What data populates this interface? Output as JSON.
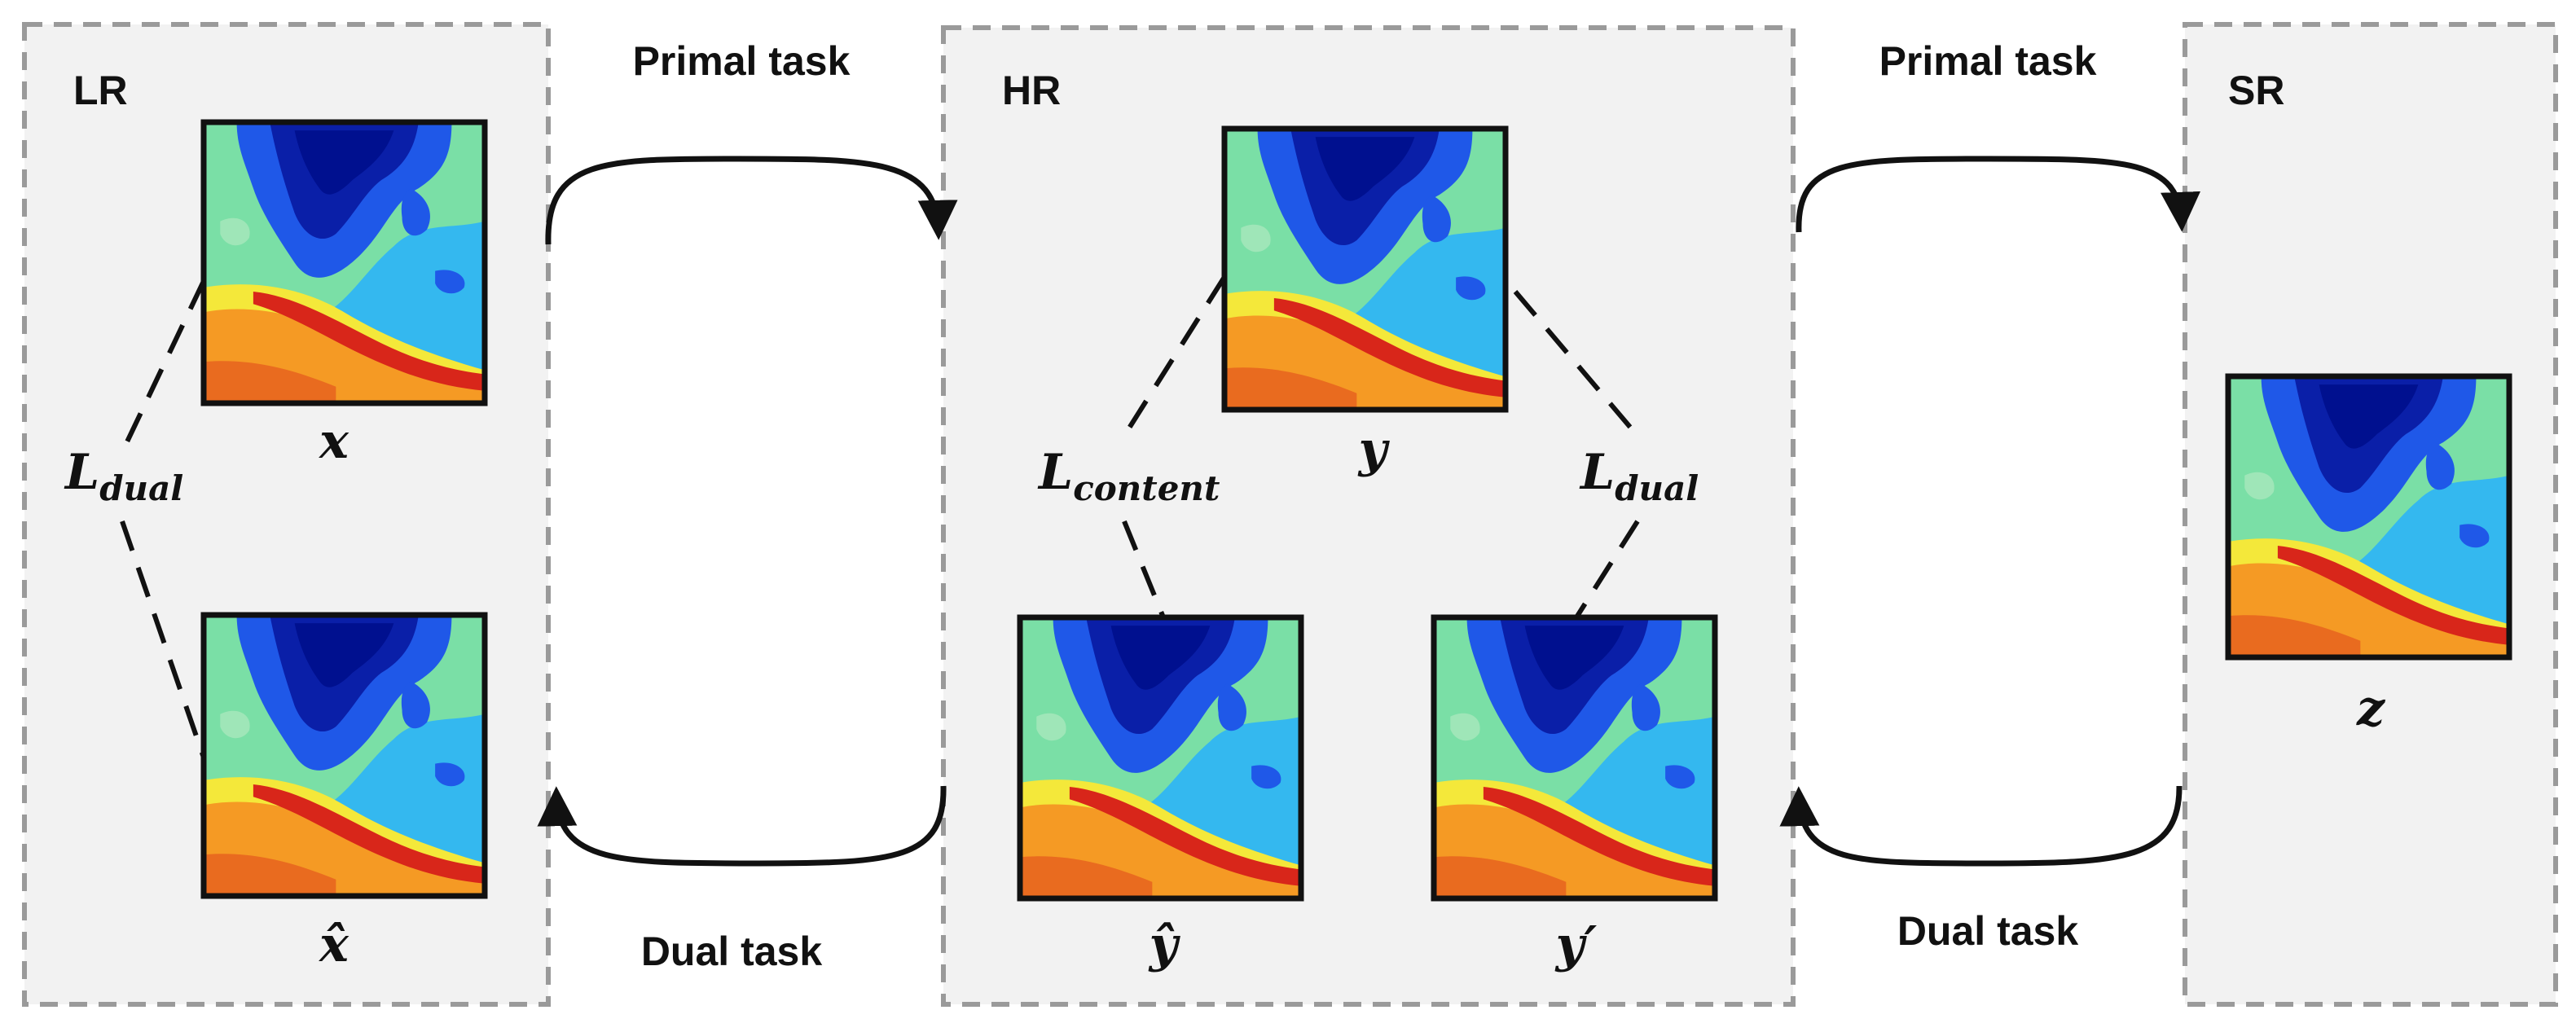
{
  "panels": {
    "lr": {
      "title": "LR"
    },
    "hr": {
      "title": "HR"
    },
    "sr": {
      "title": "SR"
    }
  },
  "tasks": {
    "primal_left": "Primal task",
    "dual_left": "Dual task",
    "primal_right": "Primal task",
    "dual_right": "Dual task"
  },
  "variables": {
    "x": "x",
    "x_hat": "x̂",
    "y": "y",
    "y_hat": "ŷ",
    "y_prime": "y′",
    "z": "z"
  },
  "losses": {
    "lr_dual": {
      "base": "L",
      "sub": "dual"
    },
    "hr_content": {
      "base": "L",
      "sub": "content"
    },
    "hr_dual": {
      "base": "L",
      "sub": "dual"
    }
  },
  "colors": {
    "panel_bg": "#f2f2f2",
    "panel_border": "#9a9a9a",
    "heatmap_deep": "#00108f",
    "heatmap_blue": "#1c50e6",
    "heatmap_cyan": "#38c4f0",
    "heatmap_green": "#7ee09a",
    "heatmap_yellow": "#f4e83a",
    "heatmap_orange": "#f59a24",
    "heatmap_red": "#d8261a"
  }
}
